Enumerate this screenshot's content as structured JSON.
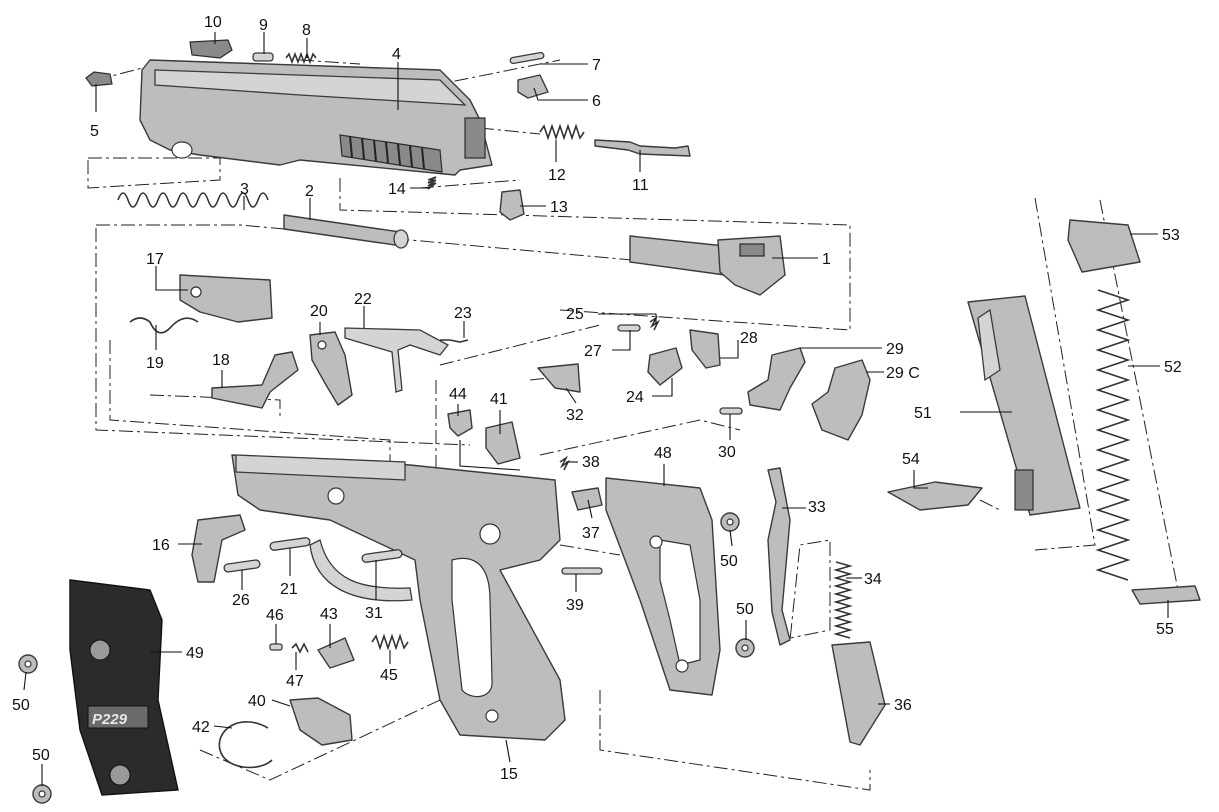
{
  "parts": [
    {
      "id": "p1",
      "number": "1"
    },
    {
      "id": "p2",
      "number": "2"
    },
    {
      "id": "p3",
      "number": "3"
    },
    {
      "id": "p4",
      "number": "4"
    },
    {
      "id": "p5",
      "number": "5"
    },
    {
      "id": "p6",
      "number": "6"
    },
    {
      "id": "p7",
      "number": "7"
    },
    {
      "id": "p8",
      "number": "8"
    },
    {
      "id": "p9",
      "number": "9"
    },
    {
      "id": "p10",
      "number": "10"
    },
    {
      "id": "p11",
      "number": "11"
    },
    {
      "id": "p12",
      "number": "12"
    },
    {
      "id": "p13",
      "number": "13"
    },
    {
      "id": "p14",
      "number": "14"
    },
    {
      "id": "p15",
      "number": "15"
    },
    {
      "id": "p16",
      "number": "16"
    },
    {
      "id": "p17",
      "number": "17"
    },
    {
      "id": "p18",
      "number": "18"
    },
    {
      "id": "p19",
      "number": "19"
    },
    {
      "id": "p20",
      "number": "20"
    },
    {
      "id": "p21",
      "number": "21"
    },
    {
      "id": "p22",
      "number": "22"
    },
    {
      "id": "p23",
      "number": "23"
    },
    {
      "id": "p24",
      "number": "24"
    },
    {
      "id": "p25",
      "number": "25"
    },
    {
      "id": "p26",
      "number": "26"
    },
    {
      "id": "p27",
      "number": "27"
    },
    {
      "id": "p28",
      "number": "28"
    },
    {
      "id": "p29",
      "number": "29"
    },
    {
      "id": "p29c",
      "number": "29 C"
    },
    {
      "id": "p30",
      "number": "30"
    },
    {
      "id": "p31",
      "number": "31"
    },
    {
      "id": "p32",
      "number": "32"
    },
    {
      "id": "p33",
      "number": "33"
    },
    {
      "id": "p34",
      "number": "34"
    },
    {
      "id": "p36",
      "number": "36"
    },
    {
      "id": "p37",
      "number": "37"
    },
    {
      "id": "p38",
      "number": "38"
    },
    {
      "id": "p39",
      "number": "39"
    },
    {
      "id": "p40",
      "number": "40"
    },
    {
      "id": "p41",
      "number": "41"
    },
    {
      "id": "p42",
      "number": "42"
    },
    {
      "id": "p43",
      "number": "43"
    },
    {
      "id": "p44",
      "number": "44"
    },
    {
      "id": "p45",
      "number": "45"
    },
    {
      "id": "p46",
      "number": "46"
    },
    {
      "id": "p47",
      "number": "47"
    },
    {
      "id": "p48",
      "number": "48"
    },
    {
      "id": "p49",
      "number": "49"
    },
    {
      "id": "p50a",
      "number": "50"
    },
    {
      "id": "p50b",
      "number": "50"
    },
    {
      "id": "p50c",
      "number": "50"
    },
    {
      "id": "p50d",
      "number": "50"
    },
    {
      "id": "p51",
      "number": "51"
    },
    {
      "id": "p52",
      "number": "52"
    },
    {
      "id": "p53",
      "number": "53"
    },
    {
      "id": "p54",
      "number": "54"
    },
    {
      "id": "p55",
      "number": "55"
    }
  ],
  "grip_marking": "P229"
}
